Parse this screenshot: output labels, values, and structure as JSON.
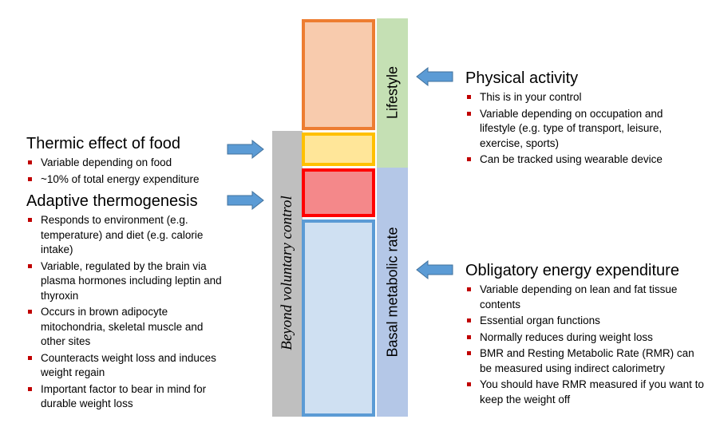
{
  "diagram": {
    "left_column_label": "Beyond voluntary control",
    "lifestyle_label": "Lifestyle",
    "bmr_label": "Basal metabolic rate"
  },
  "sections": {
    "physical_activity": {
      "title": "Physical activity",
      "items": [
        "This is in your control",
        "Variable depending on occupation and lifestyle (e.g. type of transport, leisure, exercise, sports)",
        "Can be tracked using wearable device"
      ]
    },
    "thermic_effect": {
      "title": "Thermic effect of food",
      "items": [
        "Variable depending on food",
        "~10% of total energy expenditure"
      ]
    },
    "adaptive_thermogenesis": {
      "title": "Adaptive thermogenesis",
      "items": [
        "Responds to environment (e.g. temperature) and diet (e.g. calorie intake)",
        "Variable, regulated by the brain via plasma hormones including leptin and thyroxin",
        "Occurs in brown adipocyte mitochondria, skeletal muscle and other sites",
        "Counteracts weight loss and induces weight regain",
        "Important factor to bear in mind for durable weight loss"
      ]
    },
    "obligatory": {
      "title": "Obligatory energy expenditure",
      "items": [
        "Variable depending on lean and fat tissue contents",
        "Essential organ functions",
        "Normally reduces during weight loss",
        "BMR and Resting Metabolic Rate (RMR) can be measured using indirect calorimetry",
        "You should have RMR measured if you want to keep the weight off"
      ]
    }
  },
  "colors": {
    "gray_bar": "#bfbfbf",
    "lifestyle_bar": "#c5e0b4",
    "bmr_bar": "#b4c7e7",
    "activity_box_fill": "#f8cbad",
    "activity_box_border": "#ed7d31",
    "tef_box_fill": "#ffe699",
    "tef_box_border": "#ffc000",
    "adaptive_box_fill": "#f4888a",
    "adaptive_box_border": "#ff0000",
    "bmr_box_fill": "#cfe0f2",
    "bmr_box_border": "#5b9bd5",
    "arrow_fill": "#5b9bd5",
    "bullet": "#c00000"
  }
}
